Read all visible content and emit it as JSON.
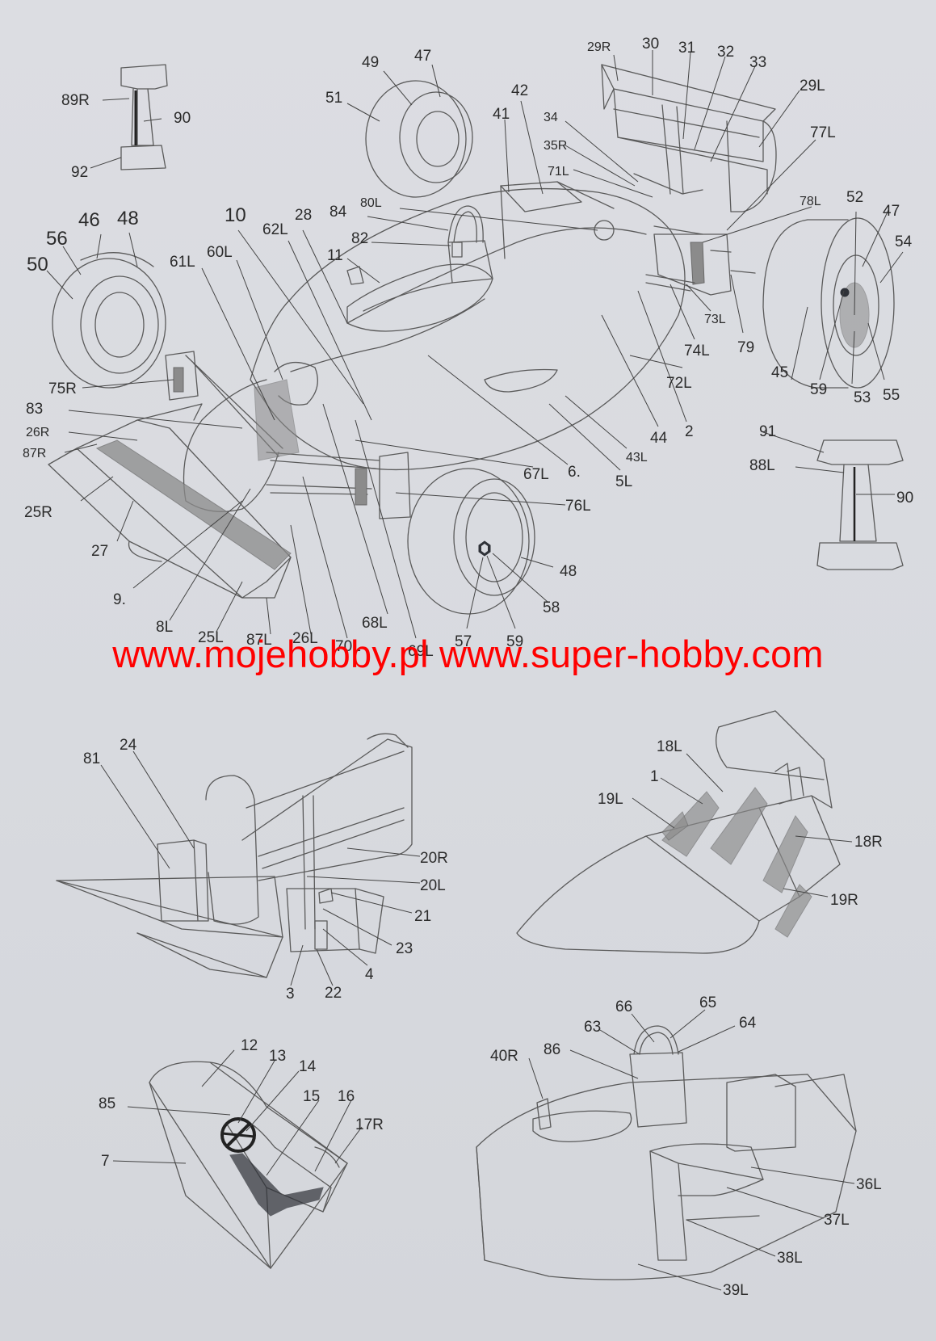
{
  "watermark": "www.mojehobby.pl www.super-hobby.com",
  "labels_main": [
    "89R",
    "90",
    "92",
    "46",
    "48",
    "56",
    "50",
    "49",
    "47",
    "51",
    "41",
    "42",
    "29R",
    "30",
    "31",
    "32",
    "33",
    "29L",
    "34",
    "35R",
    "71L",
    "77L",
    "10",
    "28",
    "84",
    "80L",
    "62L",
    "61L",
    "60L",
    "11",
    "82",
    "78L",
    "52",
    "47",
    "54",
    "73L",
    "79",
    "74L",
    "72L",
    "45",
    "59",
    "53",
    "55",
    "75R",
    "83",
    "26R",
    "87R",
    "67L",
    "6.",
    "43L",
    "44",
    "2",
    "5L",
    "91",
    "88L",
    "90",
    "76L",
    "48",
    "58",
    "25R",
    "27",
    "9.",
    "8L",
    "25L",
    "87L",
    "26L",
    "70L",
    "68L",
    "69L",
    "57",
    "59"
  ],
  "labels_wing": [
    "81",
    "24",
    "20R",
    "20L",
    "21",
    "23",
    "4",
    "3",
    "22"
  ],
  "labels_intake": [
    "18L",
    "1",
    "19L",
    "18R",
    "19R"
  ],
  "labels_cockpit": [
    "12",
    "13",
    "14",
    "15",
    "16",
    "85",
    "17R",
    "7"
  ],
  "labels_sidepod": [
    "66",
    "65",
    "63",
    "64",
    "40R",
    "86",
    "36L",
    "37L",
    "38L",
    "39L"
  ],
  "colors": {
    "line": "#5a5a5a",
    "shade": "#8b8b8b",
    "watermark": "#ff0000",
    "paper": "#d9dbe0"
  }
}
